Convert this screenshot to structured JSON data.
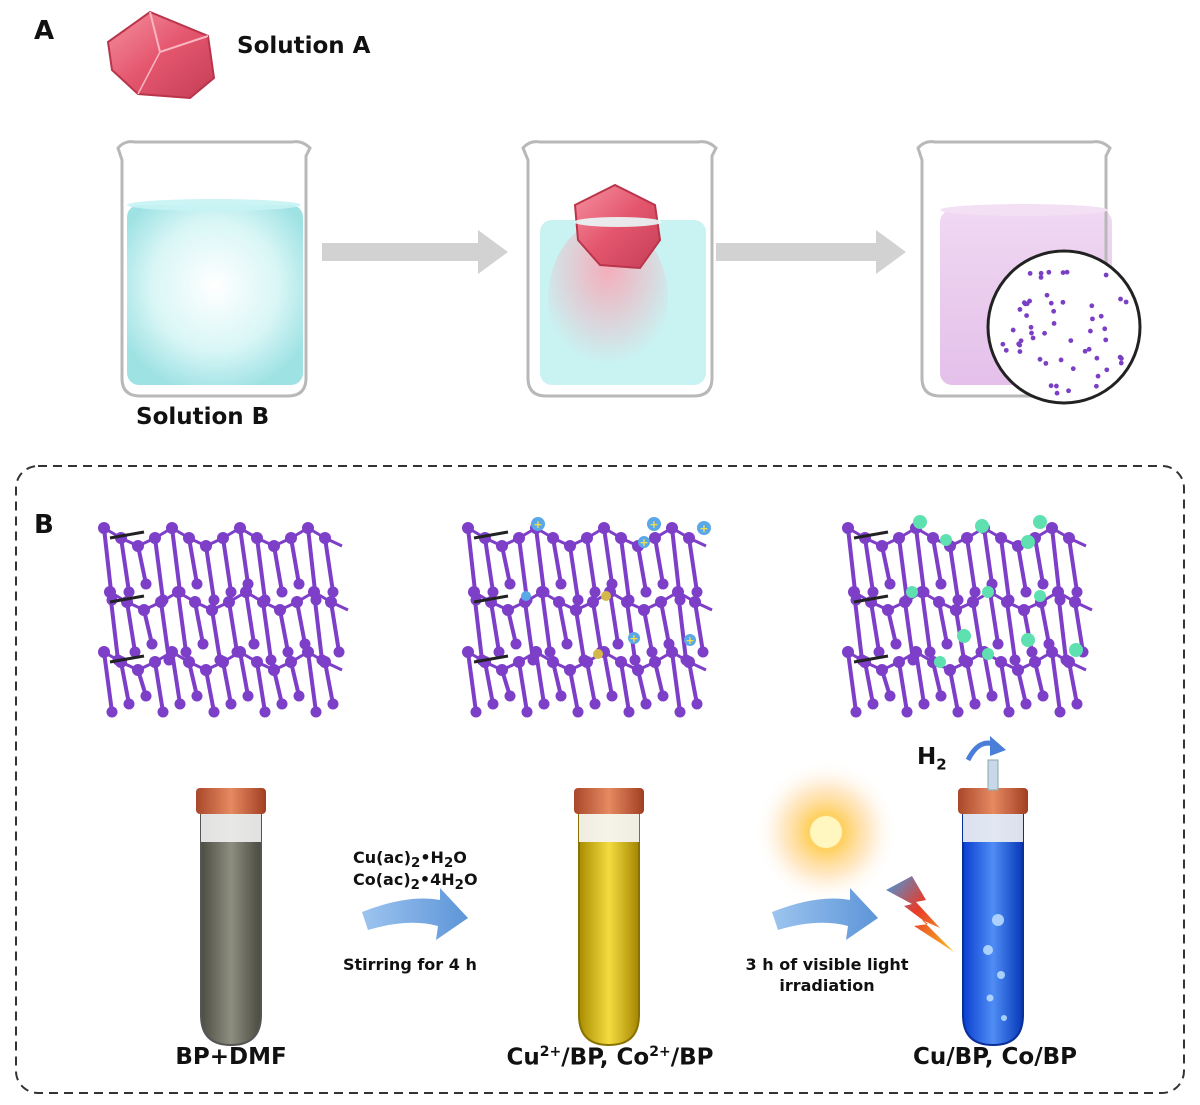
{
  "panel_a": {
    "letter": "A",
    "solution_a": "Solution A",
    "solution_b": "Solution B"
  },
  "panel_b": {
    "letter": "B",
    "tube_labels": {
      "bp_dmf": "BP+DMF",
      "cu_co_ion": {
        "cu": "Cu",
        "cu_sup": "2+",
        "mid": "/BP, Co",
        "co_sup": "2+",
        "tail": "/BP"
      },
      "cu_co_metal": "Cu/BP, Co/BP"
    },
    "reagents": {
      "line1": {
        "a": "Cu(ac)",
        "sub": "2",
        "b": "•H",
        "sub2": "2",
        "c": "O"
      },
      "line2": {
        "a": "Co(ac)",
        "sub": "2",
        "b": "•4H",
        "sub2": "2",
        "c": "O"
      }
    },
    "stirring": "Stirring for 4 h",
    "irradiation_line1": "3 h of visible light",
    "irradiation_line2": "irradiation",
    "h2": {
      "h": "H",
      "sub": "2"
    }
  },
  "colors": {
    "phosphorus": "#7d3ec8",
    "cu_ion": "#5aa8e8",
    "co_ion": "#d4b84a",
    "metal_np": "#5fe0b0",
    "beaker_liquid": "#bdeff0",
    "pink_crystal": "#e0566e",
    "lilac_liquid": "#e8c6ec",
    "arrow_grey": "#d0d0d0",
    "arrow_blue": "#6aa2de"
  }
}
